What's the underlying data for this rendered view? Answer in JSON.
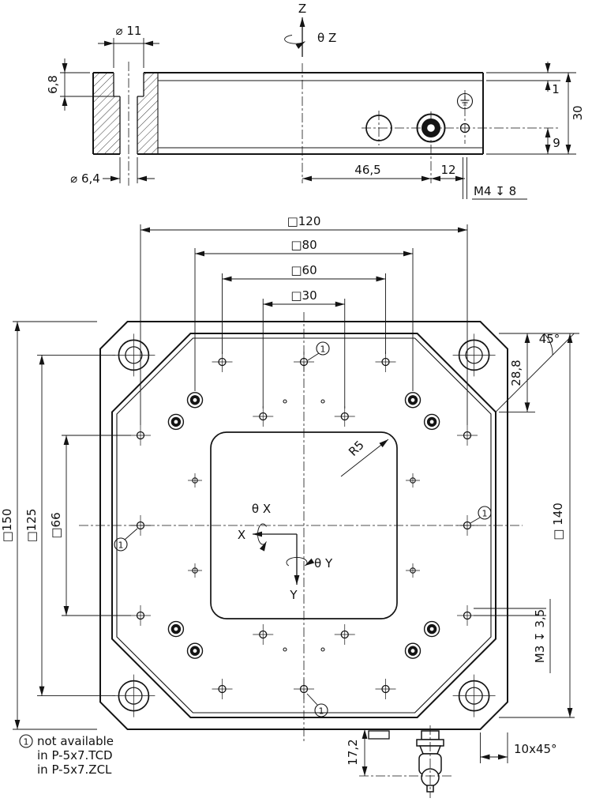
{
  "side_view": {
    "axis_z": "Z",
    "axis_theta_z": "θ Z",
    "dim_d11": "⌀ 11",
    "dim_6_8": "6,8",
    "dim_d6_4": "⌀ 6,4",
    "dim_46_5": "46,5",
    "dim_12": "12",
    "note_m4": "M4 ↧ 8",
    "dim_1": "1",
    "dim_30": "30",
    "dim_9": "9"
  },
  "plan_view": {
    "dim_sq120": "□120",
    "dim_sq80": "□80",
    "dim_sq60": "□60",
    "dim_sq30": "□30",
    "dim_sq150": "□150",
    "dim_sq125": "□125",
    "dim_sq66": "□66",
    "dim_sq140": "□ 140",
    "dim_45deg": "45°",
    "dim_28_8": "28,8",
    "radius_r5": "R5",
    "note_m3": "M3 ↧ 3,5",
    "dim_17_2": "17,2",
    "dim_chamfer": "10x45°",
    "axis_x": "X",
    "axis_y": "Y",
    "axis_theta_x": "θ X",
    "axis_theta_y": "θ Y",
    "marker_1": "1"
  },
  "legend": {
    "marker": "1",
    "line1": "not available",
    "line2": "in P-5x7.TCD",
    "line3": "in P-5x7.ZCL"
  }
}
